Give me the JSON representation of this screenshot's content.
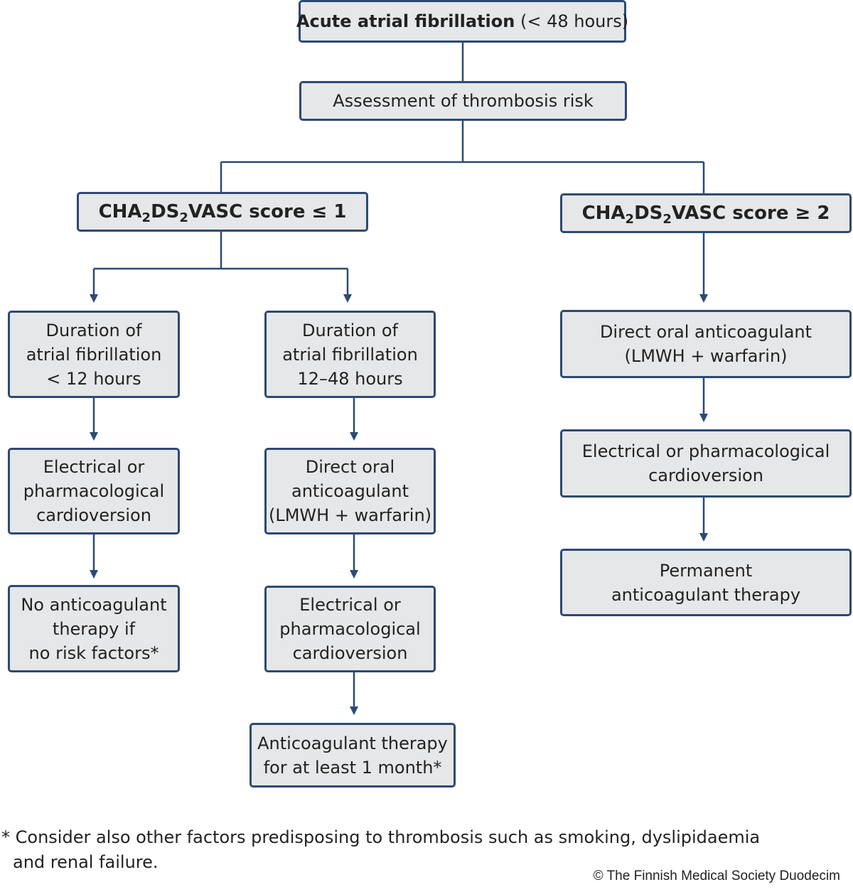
{
  "nodes": {
    "top": {
      "bold": "Acute atrial fibrillation",
      "rest": "(< 48 hours)"
    },
    "assess": "Assessment of thrombosis risk",
    "low_score": {
      "a": "CHA",
      "sub1": "2",
      "b": "DS",
      "sub2": "2",
      "c": "VASC score ≤ 1"
    },
    "high_score": {
      "a": "CHA",
      "sub1": "2",
      "b": "DS",
      "sub2": "2",
      "c": "VASC score ≥ 2"
    },
    "col1": {
      "duration": [
        "Duration of",
        "atrial fibrillation",
        "< 12 hours"
      ],
      "cardioversion": [
        "Electrical or",
        "pharmacological",
        "cardioversion"
      ],
      "outcome": [
        "No anticoagulant",
        "therapy if",
        "no risk factors*"
      ]
    },
    "col2": {
      "duration": [
        "Duration of",
        "atrial fibrillation",
        "12–48 hours"
      ],
      "anticoag": [
        "Direct oral",
        "anticoagulant",
        "(LMWH + warfarin)"
      ],
      "cardioversion": [
        "Electrical or",
        "pharmacological",
        "cardioversion"
      ],
      "outcome": [
        "Anticoagulant therapy",
        "for at least 1 month*"
      ]
    },
    "col3": {
      "anticoag": [
        "Direct oral anticoagulant",
        "(LMWH + warfarin)"
      ],
      "cardioversion": [
        "Electrical or pharmacological",
        "cardioversion"
      ],
      "outcome": [
        "Permanent",
        "anticoagulant therapy"
      ]
    }
  },
  "footnote": [
    "* Consider also other factors predisposing to thrombosis such as smoking, dyslipidaemia",
    "and renal failure."
  ],
  "copyright": "© The Finnish Medical Society Duodecim",
  "colors": {
    "border": "#2c4a73",
    "fill": "#e6e7e8",
    "line": "#2c4a73"
  }
}
